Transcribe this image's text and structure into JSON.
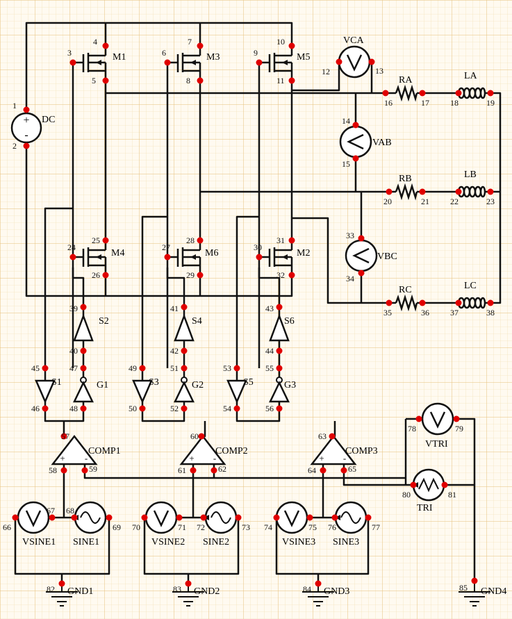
{
  "components": {
    "dc": "DC",
    "m1": "M1",
    "m3": "M3",
    "m5": "M5",
    "m4": "M4",
    "m6": "M6",
    "m2": "M2",
    "vca": "VCA",
    "vab": "VAB",
    "vbc": "VBC",
    "ra": "RA",
    "rb": "RB",
    "rc": "RC",
    "la": "LA",
    "lb": "LB",
    "lc": "LC",
    "s1": "S1",
    "s2": "S2",
    "s3": "S3",
    "s4": "S4",
    "s5": "S5",
    "s6": "S6",
    "g1": "G1",
    "g2": "G2",
    "g3": "G3",
    "comp1": "COMP1",
    "comp2": "COMP2",
    "comp3": "COMP3",
    "vsine1": "VSINE1",
    "vsine2": "VSINE2",
    "vsine3": "VSINE3",
    "sine1": "SINE1",
    "sine2": "SINE2",
    "sine3": "SINE3",
    "vtri": "VTRI",
    "tri": "TRI",
    "gnd1": "GND1",
    "gnd2": "GND2",
    "gnd3": "GND3",
    "gnd4": "GND4"
  },
  "nodes": {
    "n1": "1",
    "n2": "2",
    "n3": "3",
    "n4": "4",
    "n5": "5",
    "n6": "6",
    "n7": "7",
    "n8": "8",
    "n9": "9",
    "n10": "10",
    "n11": "11",
    "n12": "12",
    "n13": "13",
    "n14": "14",
    "n15": "15",
    "n16": "16",
    "n17": "17",
    "n18": "18",
    "n19": "19",
    "n20": "20",
    "n21": "21",
    "n22": "22",
    "n23": "23",
    "n24": "24",
    "n25": "25",
    "n26": "26",
    "n27": "27",
    "n28": "28",
    "n29": "29",
    "n30": "30",
    "n31": "31",
    "n32": "32",
    "n33": "33",
    "n34": "34",
    "n35": "35",
    "n36": "36",
    "n37": "37",
    "n38": "38",
    "n39": "39",
    "n40": "40",
    "n41": "41",
    "n42": "42",
    "n43": "43",
    "n44": "44",
    "n45": "45",
    "n46": "46",
    "n47": "47",
    "n48": "48",
    "n49": "49",
    "n50": "50",
    "n51": "51",
    "n52": "52",
    "n53": "53",
    "n54": "54",
    "n55": "55",
    "n56": "56",
    "n57": "57",
    "n58": "58",
    "n59": "59",
    "n60": "60",
    "n61": "61",
    "n62": "62",
    "n63": "63",
    "n64": "64",
    "n65": "65",
    "n66": "66",
    "n67": "67",
    "n68": "68",
    "n69": "69",
    "n70": "70",
    "n71": "71",
    "n72": "72",
    "n73": "73",
    "n74": "74",
    "n75": "75",
    "n76": "76",
    "n77": "77",
    "n78": "78",
    "n79": "79",
    "n80": "80",
    "n81": "81",
    "n82": "82",
    "n83": "83",
    "n84": "84",
    "n85": "85"
  },
  "symbols": {
    "plus": "+",
    "minus": "-"
  },
  "colors": {
    "wire": "#111111",
    "node": "#e00000",
    "grid": "#e8c98a",
    "background": "#fffaf0"
  }
}
